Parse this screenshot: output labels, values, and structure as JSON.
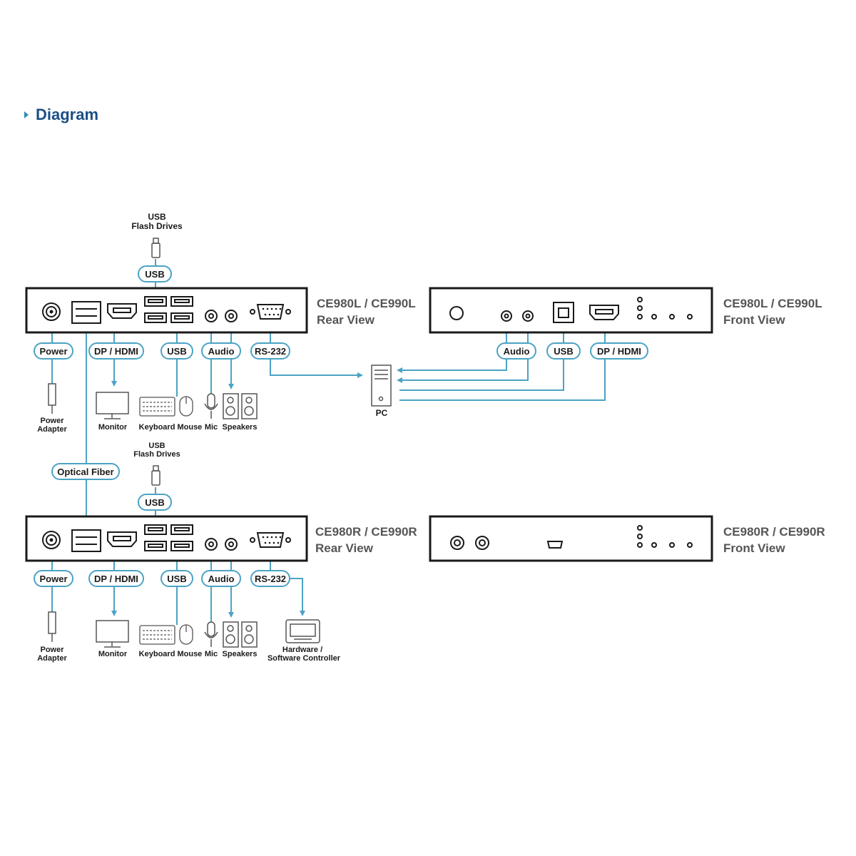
{
  "page_title": "Diagram",
  "colors": {
    "accent": "#4ba3c4",
    "dark": "#1a1a1a",
    "title": "#1b4f86",
    "gray_text": "#555555"
  },
  "devices": {
    "local_rear_name": "CE980L / CE990L",
    "local_rear_view": "Rear View",
    "local_front_name": "CE980L / CE990L",
    "local_front_view": "Front View",
    "remote_rear_name": "CE980R / CE990R",
    "remote_rear_view": "Rear View",
    "remote_front_name": "CE980R / CE990R",
    "remote_front_view": "Front View"
  },
  "ports": {
    "power": "Power",
    "dp_hdmi": "DP / HDMI",
    "usb": "USB",
    "audio": "Audio",
    "rs232": "RS-232",
    "optical_fiber": "Optical Fiber"
  },
  "peripherals": {
    "usb_line1": "USB",
    "usb_line2": "Flash Drives",
    "power_line1": "Power",
    "power_line2": "Adapter",
    "monitor": "Monitor",
    "keyboard_mouse": "Keyboard Mouse",
    "mic": "Mic",
    "speakers": "Speakers",
    "pc": "PC",
    "controller_line1": "Hardware /",
    "controller_line2": "Software Controller"
  }
}
